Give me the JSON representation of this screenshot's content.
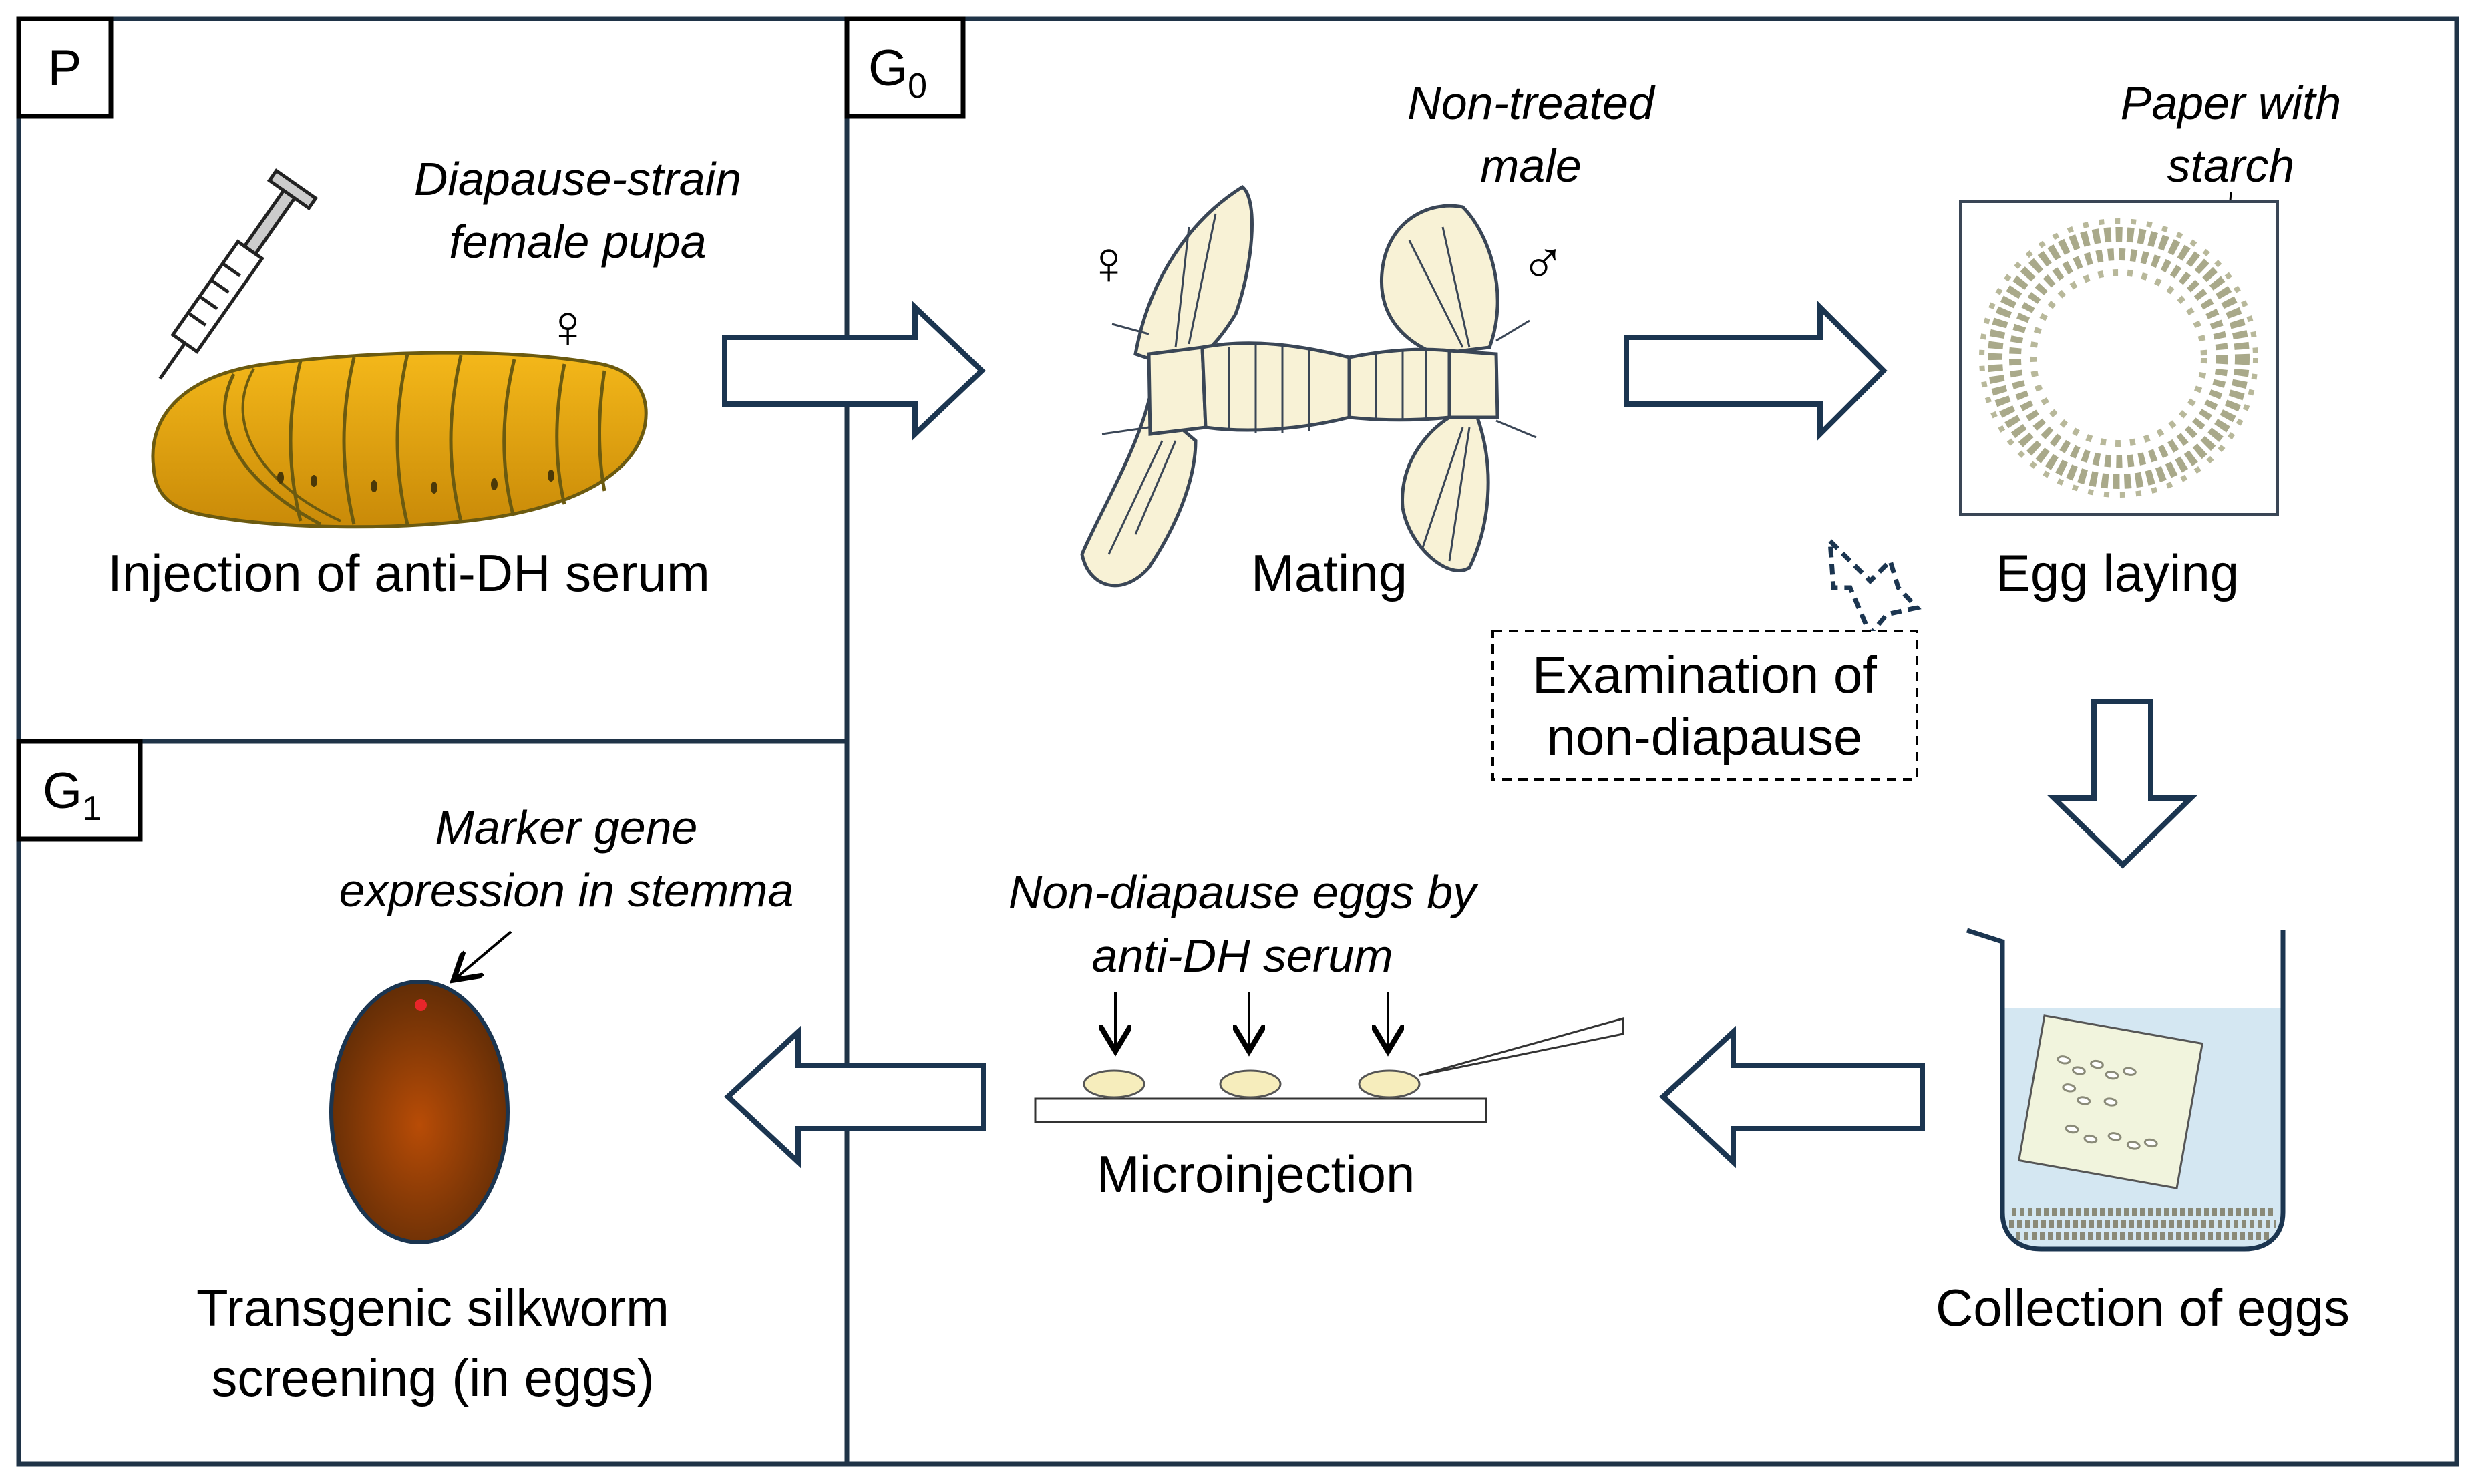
{
  "colors": {
    "frame": "#1f3347",
    "arrow_stroke": "#1b3550",
    "pupa_fill": "#e6a812",
    "pupa_stroke": "#6b5a10",
    "moth_fill": "#f8f2d6",
    "egg_fill": "#f6edbc",
    "water_fill": "#d4e7f2",
    "dark_egg_edge": "#5a2a06",
    "dark_egg_center": "#b04a05",
    "marker_dot": "#e8262a"
  },
  "panels": {
    "p": {
      "tag": "P"
    },
    "g0": {
      "tag_main": "G",
      "tag_sub": "0"
    },
    "g1": {
      "tag_main": "G",
      "tag_sub": "1"
    }
  },
  "p_panel": {
    "desc_line1": "Diapause-strain",
    "desc_line2": "female pupa",
    "female_symbol": "♀",
    "caption": "Injection of anti-DH serum"
  },
  "g0_panel": {
    "male_desc_line1": "Non-treated",
    "male_desc_line2": "male",
    "female_symbol": "♀",
    "male_symbol": "♂",
    "mating_caption": "Mating",
    "paper_line1": "Paper with",
    "paper_line2": "starch",
    "egg_laying_caption": "Egg laying",
    "exam_line1": "Examination of",
    "exam_line2": "non-diapause",
    "collection_caption": "Collection of eggs",
    "microinjection_desc_line1": "Non-diapause eggs by",
    "microinjection_desc_line2": "anti-DH serum",
    "microinjection_caption": "Microinjection"
  },
  "g1_panel": {
    "marker_line1": "Marker gene",
    "marker_line2": "expression in stemma",
    "caption_line1": "Transgenic silkworm",
    "caption_line2": "screening (in eggs)"
  }
}
